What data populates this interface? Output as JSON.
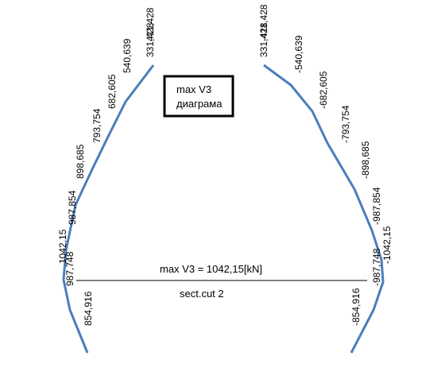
{
  "diagram": {
    "title_lines": [
      "max V3",
      "диаграма"
    ],
    "max_label": "max V3 = 1042,15[kN]",
    "section_label": "sect.cut 2",
    "line_color": "#4a7ebb",
    "left_branch": [
      {
        "label": "331,428"
      },
      {
        "label": "411,428"
      },
      {
        "label": "540,639"
      },
      {
        "label": "682,605"
      },
      {
        "label": "793,754"
      },
      {
        "label": "898,685"
      },
      {
        "label": "987,854"
      },
      {
        "label": "1042,15"
      },
      {
        "label": "987,748"
      },
      {
        "label": "854,916"
      }
    ],
    "right_branch": [
      {
        "label": "331,428"
      },
      {
        "label": "-411,428"
      },
      {
        "label": "-540,639"
      },
      {
        "label": "-682,605"
      },
      {
        "label": "-793,754"
      },
      {
        "label": "-898,685"
      },
      {
        "label": "-987,854"
      },
      {
        "label": "-1042,15"
      },
      {
        "label": "-987,748"
      },
      {
        "label": "-854,916"
      }
    ]
  }
}
